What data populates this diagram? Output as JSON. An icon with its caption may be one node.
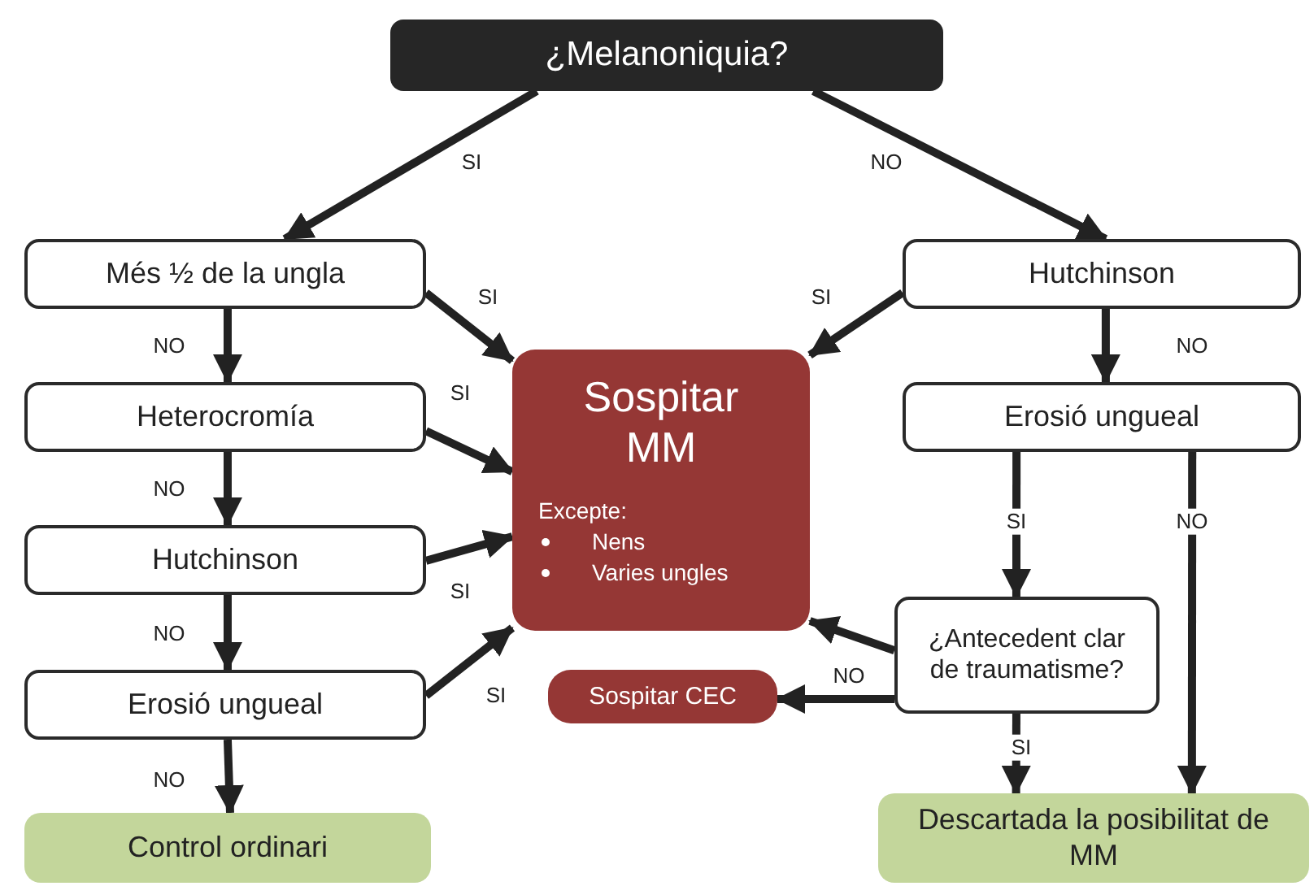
{
  "diagram": {
    "nodes": [
      {
        "text": [
          "¿Melanoniquia?"
        ]
      },
      {
        "text": [
          "Més ½ de la ungla"
        ]
      },
      {
        "text": [
          "Heterocromía"
        ]
      },
      {
        "text": [
          "Hutchinson"
        ]
      },
      {
        "text": [
          "Erosió ungueal"
        ]
      },
      {
        "text": [
          "Control ordinari"
        ]
      },
      {
        "text": [
          "Sospitar MM",
          "Excepte:",
          "Nens",
          "Varies ungles"
        ]
      },
      {
        "text": [
          "Hutchinson"
        ]
      },
      {
        "text": [
          "Erosió ungueal"
        ]
      },
      {
        "text": [
          "¿Antecedent clar de traumatisme?"
        ]
      },
      {
        "text": [
          "Sospitar CEC"
        ]
      },
      {
        "text": [
          "Descartada la posibilitat de MM"
        ]
      }
    ],
    "edges": [
      {
        "from": 0,
        "to": 1,
        "arrow": "to",
        "label": "SI"
      },
      {
        "from": 0,
        "to": 7,
        "arrow": "to",
        "label": "NO"
      },
      {
        "from": 1,
        "to": 2,
        "arrow": "to",
        "label": "NO"
      },
      {
        "from": 1,
        "to": 6,
        "arrow": "to",
        "label": "SI"
      },
      {
        "from": 2,
        "to": 3,
        "arrow": "to",
        "label": "NO"
      },
      {
        "from": 2,
        "to": 6,
        "arrow": "to",
        "label": "SI"
      },
      {
        "from": 3,
        "to": 4,
        "arrow": "to",
        "label": "NO"
      },
      {
        "from": 3,
        "to": 6,
        "arrow": "to",
        "label": "SI"
      },
      {
        "from": 4,
        "to": 5,
        "arrow": "to",
        "label": "NO"
      },
      {
        "from": 4,
        "to": 6,
        "arrow": "to",
        "label": "SI"
      },
      {
        "from": 7,
        "to": 6,
        "arrow": "to",
        "label": "SI"
      },
      {
        "from": 7,
        "to": 8,
        "arrow": "to",
        "label": "NO"
      },
      {
        "from": 8,
        "to": 9,
        "arrow": "to",
        "label": "SI"
      },
      {
        "from": 8,
        "to": 11,
        "arrow": "to",
        "label": "NO"
      },
      {
        "from": 9,
        "to": 6,
        "arrow": "to"
      },
      {
        "from": 9,
        "to": 10,
        "arrow": "to",
        "label": "NO"
      },
      {
        "from": 9,
        "to": 11,
        "arrow": "to",
        "label": "SI"
      }
    ]
  }
}
